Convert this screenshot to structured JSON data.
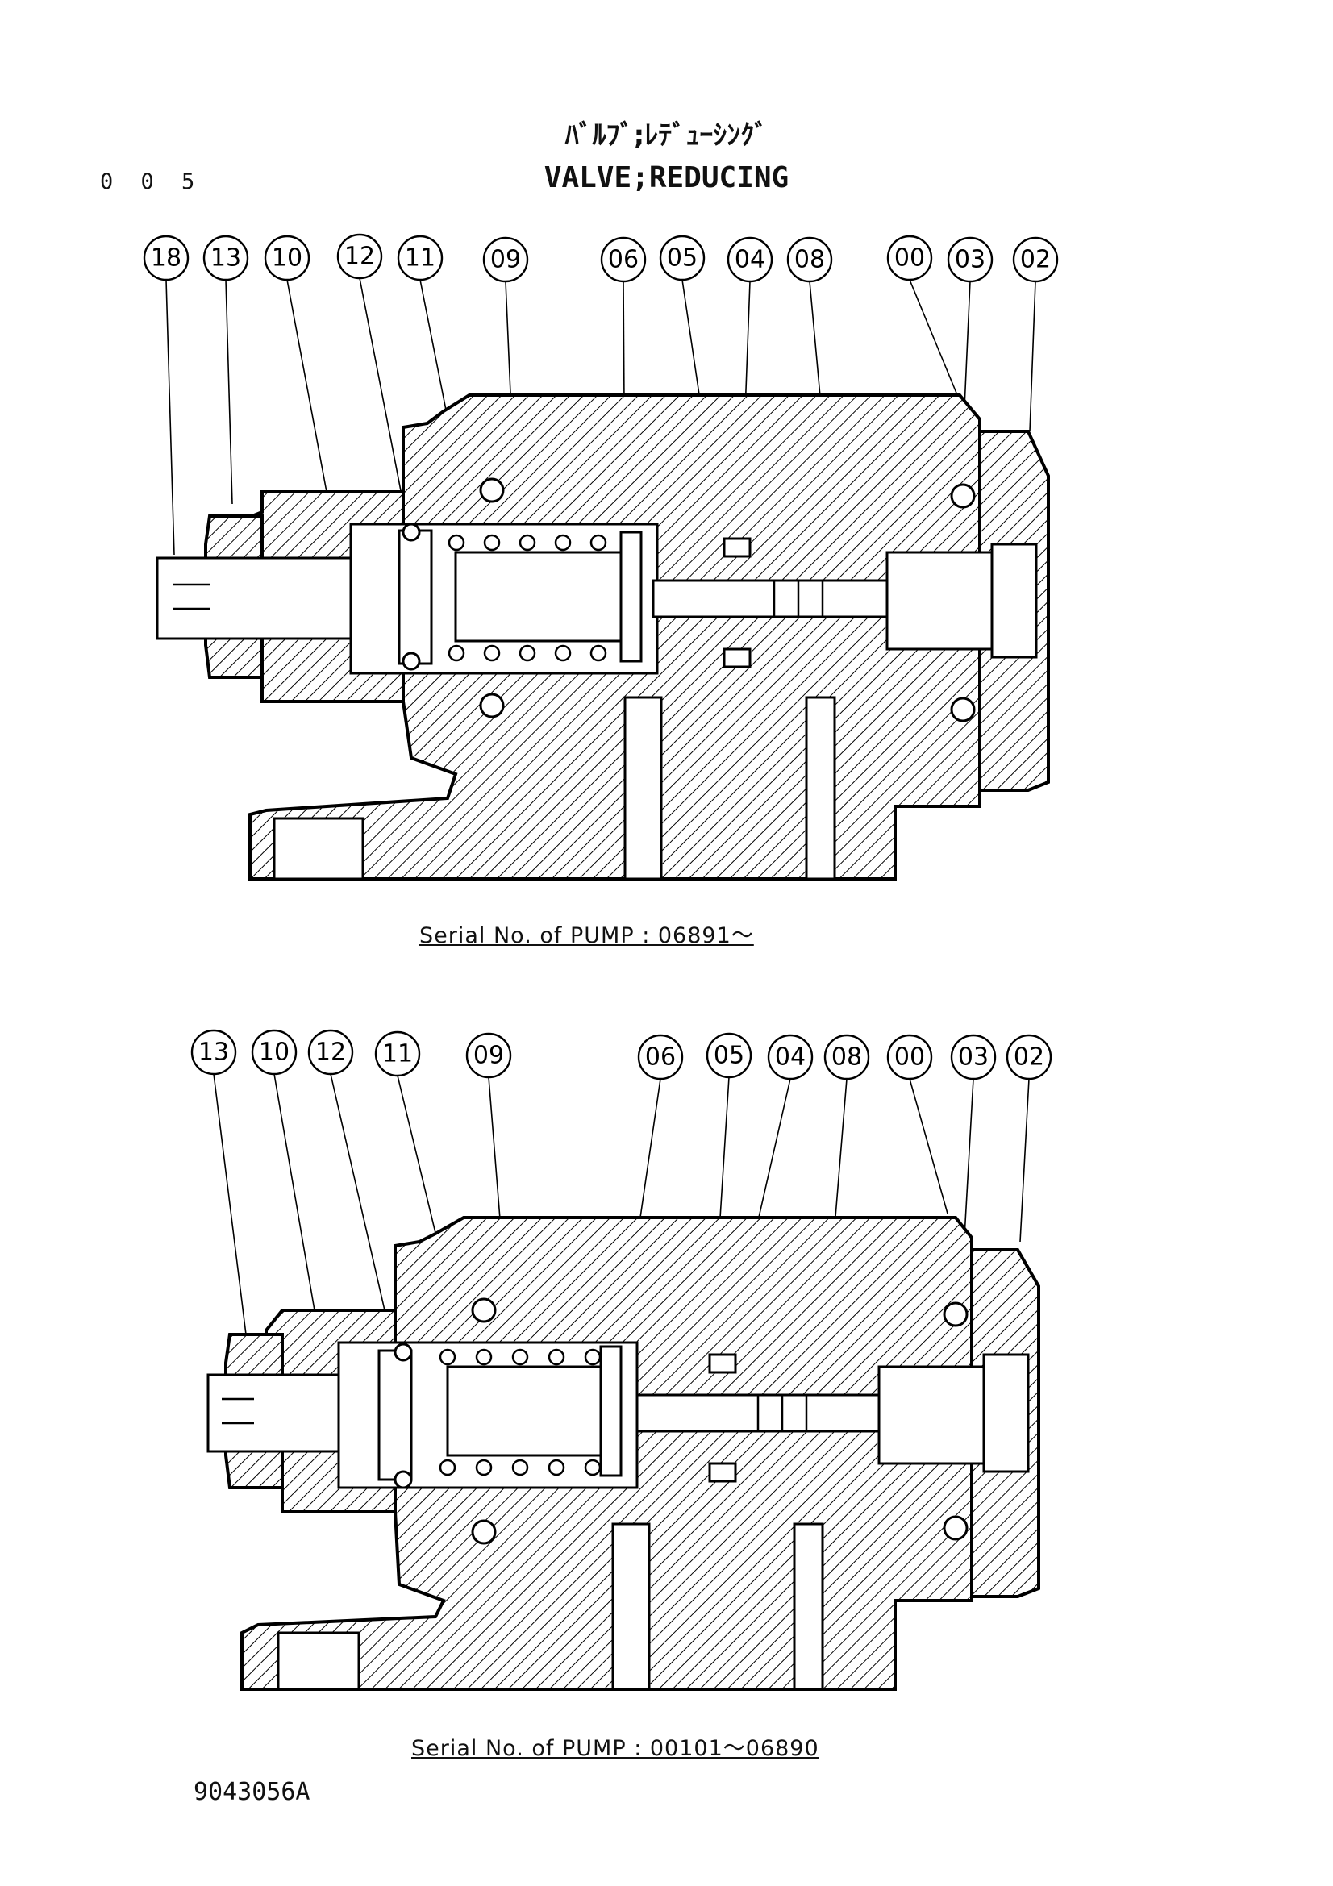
{
  "page_number": "0 0 5",
  "title_jp": "ﾊﾞﾙﾌﾞ;ﾚﾃﾞｭｰｼﾝｸﾞ",
  "title_en": "VALVE;REDUCING",
  "views": [
    {
      "serial_label": "Serial No. of PUMP : 06891～",
      "callouts": [
        "18",
        "13",
        "10",
        "12",
        "11",
        "09",
        "06",
        "05",
        "04",
        "08",
        "00",
        "03",
        "02"
      ]
    },
    {
      "serial_label": "Serial No. of PUMP : 00101～06890",
      "callouts": [
        "13",
        "10",
        "12",
        "11",
        "09",
        "06",
        "05",
        "04",
        "08",
        "00",
        "03",
        "02"
      ]
    }
  ],
  "document_code": "9043056A"
}
